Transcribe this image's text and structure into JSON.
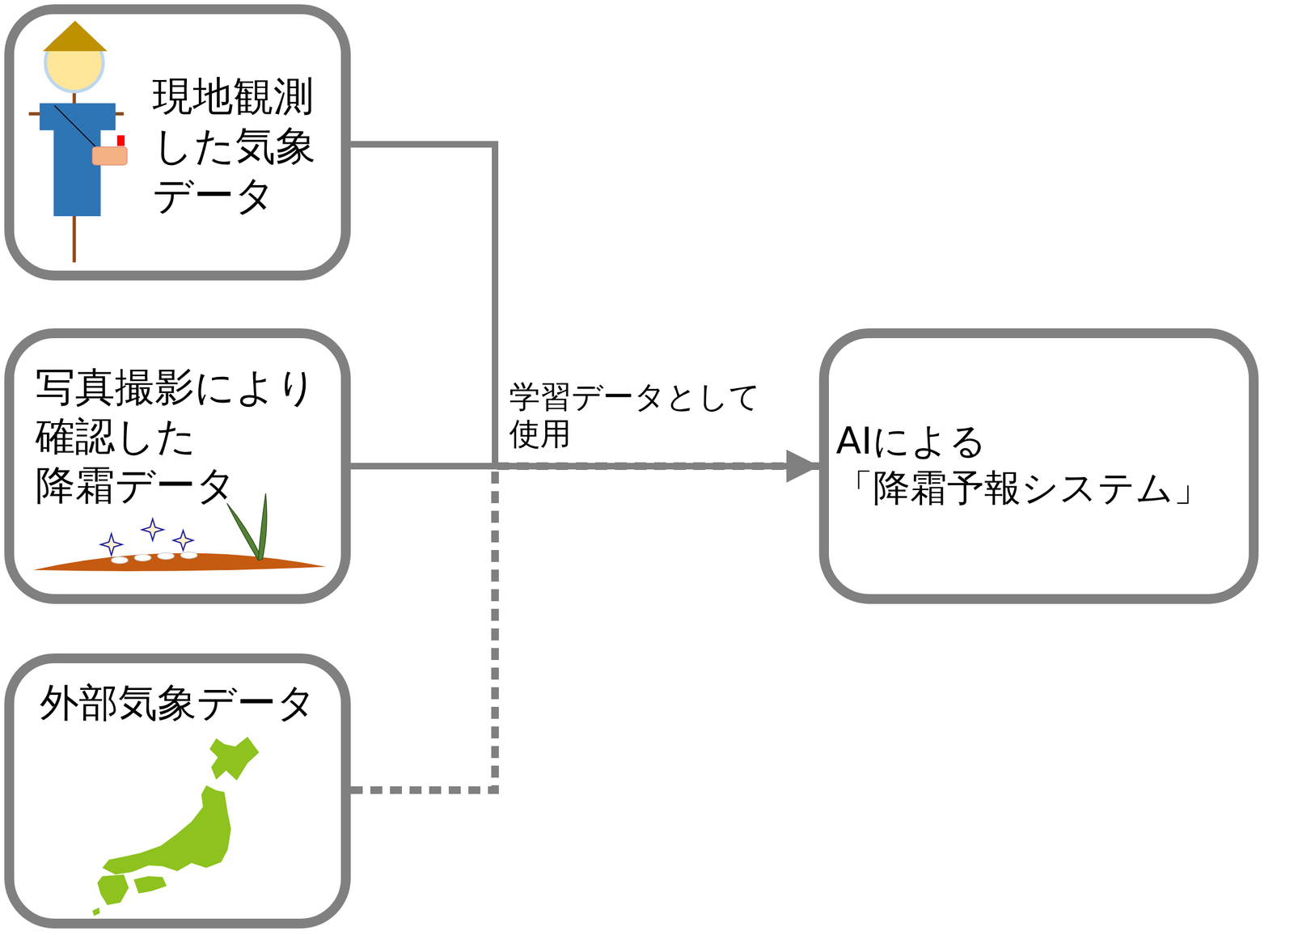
{
  "diagram": {
    "nodes": [
      {
        "text": [
          "現地観測 した気象 データ"
        ]
      },
      {
        "text": [
          "写真撮影により 確認した 降霜データ"
        ]
      },
      {
        "text": [
          "外部気象データ"
        ]
      },
      {
        "text": [
          "AIによる 「降霜予報システム」"
        ]
      }
    ],
    "edges": [
      {
        "from": 0,
        "to": 3,
        "arrow": "to",
        "label": "学習データとして 使用"
      },
      {
        "from": 1,
        "to": 3,
        "arrow": "to"
      },
      {
        "from": 2,
        "to": 3,
        "arrow": "to"
      }
    ]
  }
}
